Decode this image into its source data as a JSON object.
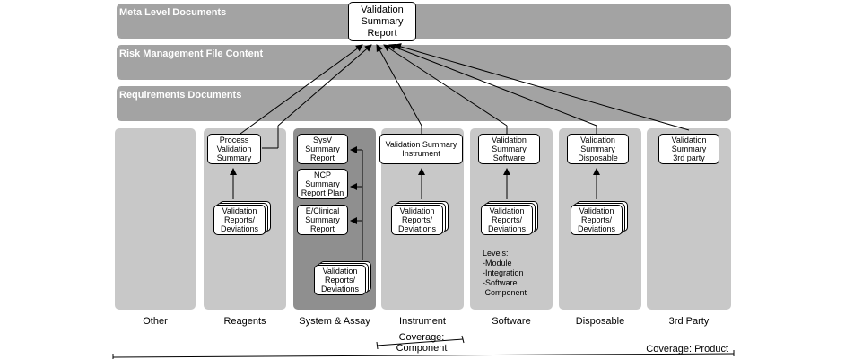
{
  "bands": {
    "meta": "Meta Level Documents",
    "risk": "Risk Management File Content",
    "requirements": "Requirements Documents"
  },
  "top_report": "Validation\nSummary\nReport",
  "columns": {
    "other": "Other",
    "reagents": "Reagents",
    "system_assay": "System & Assay",
    "instrument": "Instrument",
    "software": "Software",
    "disposable": "Disposable",
    "third_party": "3rd Party"
  },
  "boxes": {
    "process_validation": "Process\nValidation\nSummary",
    "sysv": "SysV\nSummary\nReport",
    "ncp": "NCP\nSummary\nReport Plan",
    "eclinical": "E/Clinical\nSummary\nReport",
    "instrument_summary": "Validation Summary\nInstrument",
    "software_summary": "Validation\nSummary\nSoftware",
    "disposable_summary": "Validation\nSummary\nDisposable",
    "third_party_summary": "Validation\nSummary\n3rd party",
    "reports": "Validation\nReports/\nDeviations"
  },
  "levels": "Levels:\n-Module\n-Integration\n-Software\n Component",
  "coverage": {
    "component": "Coverage:\nComponent",
    "product": "Coverage: Product"
  },
  "colors": {
    "band": "#a3a3a3",
    "column": "#c8c8c8",
    "column_dark": "#8f8f8f"
  }
}
